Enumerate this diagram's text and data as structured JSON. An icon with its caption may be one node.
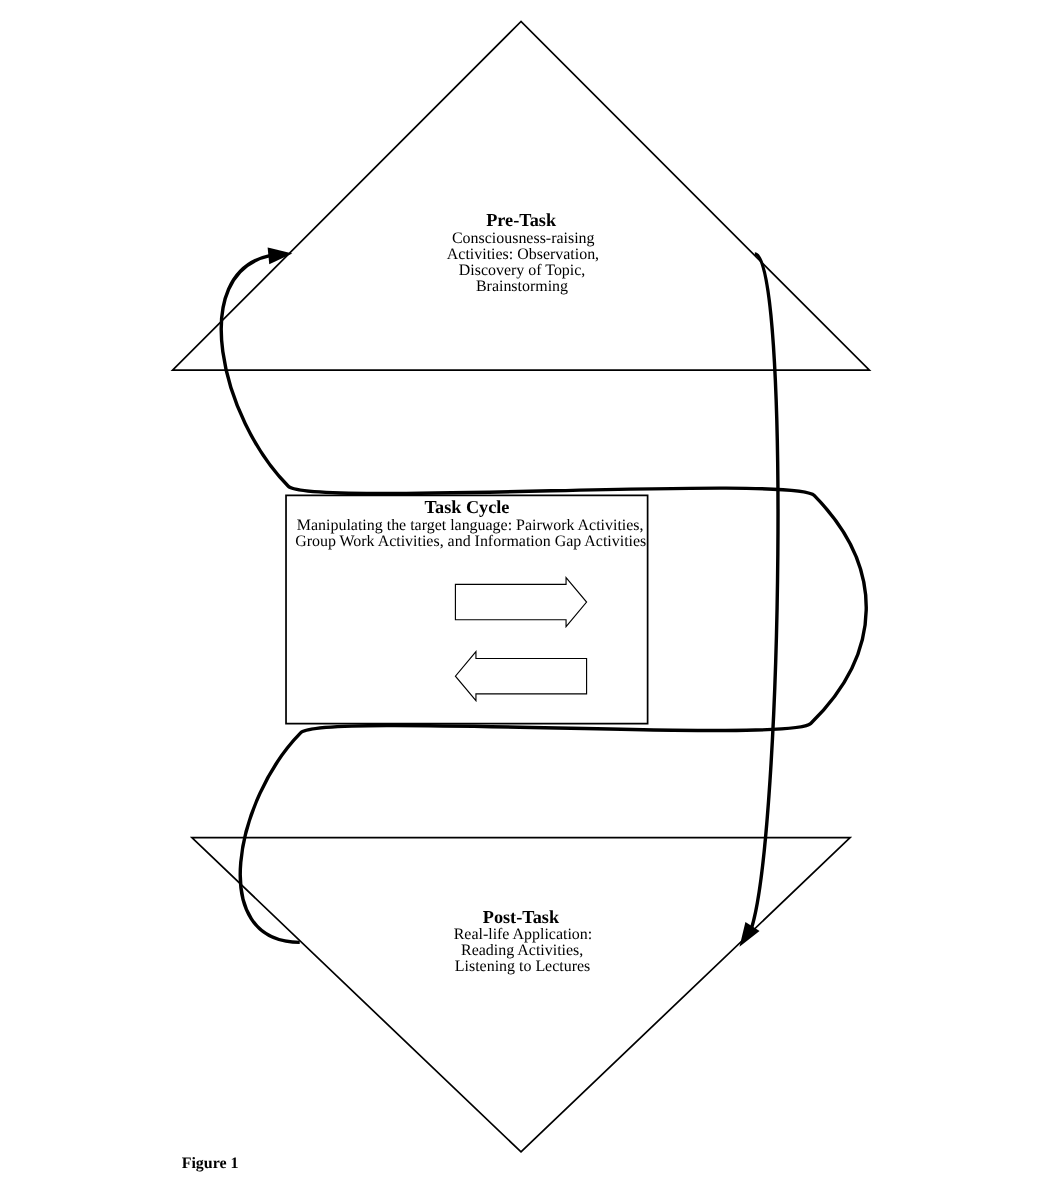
{
  "diagram": {
    "caption": "Figure 1",
    "nodes": [
      {
        "text": [
          "Pre-Task",
          "Consciousness-raising Activities: Observation, Discovery of Topic, Brainstorming"
        ]
      },
      {
        "text": [
          "Task Cycle",
          "Manipulating the target language: Pairwork Activities, Group Work Activities, and Information Gap Activities"
        ]
      },
      {
        "text": [
          "Post-Task",
          "Real-life Application: Reading Activities, Listening to Lectures"
        ]
      },
      {
        "text": [],
        "shape": "arrow",
        "in": 1
      },
      {
        "text": [],
        "shape": "arrow",
        "in": 1
      }
    ],
    "edges": [
      {
        "from": 0,
        "to": 2,
        "arrow": "to"
      },
      {
        "from": 2,
        "to": 0,
        "arrow": "to"
      }
    ]
  }
}
